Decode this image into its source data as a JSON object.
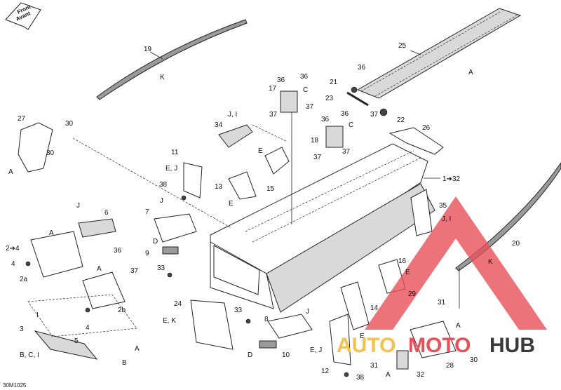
{
  "drawing_code": "30M1025",
  "direction_badge": {
    "line1": "Front",
    "line2": "Avant"
  },
  "watermark": {
    "part1": "AUTO",
    "part2": "MOTO",
    "part3": "HUB"
  },
  "callouts": [
    {
      "id": "c19",
      "text": "19"
    },
    {
      "id": "cK1",
      "text": "K"
    },
    {
      "id": "c25",
      "text": "25"
    },
    {
      "id": "cA1",
      "text": "A"
    },
    {
      "id": "c36a",
      "text": "36"
    },
    {
      "id": "c21",
      "text": "21"
    },
    {
      "id": "c23",
      "text": "23"
    },
    {
      "id": "c37a",
      "text": "37"
    },
    {
      "id": "c22",
      "text": "22"
    },
    {
      "id": "c36b",
      "text": "36"
    },
    {
      "id": "c36c",
      "text": "36"
    },
    {
      "id": "c17",
      "text": "17"
    },
    {
      "id": "cC1",
      "text": "C"
    },
    {
      "id": "c37b",
      "text": "37"
    },
    {
      "id": "c37c",
      "text": "37"
    },
    {
      "id": "c36d",
      "text": "36"
    },
    {
      "id": "c36e",
      "text": "36"
    },
    {
      "id": "c18",
      "text": "18"
    },
    {
      "id": "cC2",
      "text": "C"
    },
    {
      "id": "c37d",
      "text": "37"
    },
    {
      "id": "c37e",
      "text": "37"
    },
    {
      "id": "c26",
      "text": "26"
    },
    {
      "id": "c27",
      "text": "27"
    },
    {
      "id": "c30a",
      "text": "30"
    },
    {
      "id": "c30b",
      "text": "30"
    },
    {
      "id": "cA2",
      "text": "A"
    },
    {
      "id": "cJI1",
      "text": "J, I"
    },
    {
      "id": "c34",
      "text": "34"
    },
    {
      "id": "cE1",
      "text": "E"
    },
    {
      "id": "c11",
      "text": "11"
    },
    {
      "id": "cEJ1",
      "text": "E, J"
    },
    {
      "id": "c38a",
      "text": "38"
    },
    {
      "id": "c13",
      "text": "13"
    },
    {
      "id": "cE2",
      "text": "E"
    },
    {
      "id": "c15",
      "text": "15"
    },
    {
      "id": "c1to32",
      "text": "1➔32"
    },
    {
      "id": "cJ1",
      "text": "J"
    },
    {
      "id": "c6",
      "text": "6"
    },
    {
      "id": "c7",
      "text": "7"
    },
    {
      "id": "cJ2",
      "text": "J"
    },
    {
      "id": "cA3",
      "text": "A"
    },
    {
      "id": "c2to4",
      "text": "2➔4"
    },
    {
      "id": "c4a",
      "text": "4"
    },
    {
      "id": "c2a",
      "text": "2a"
    },
    {
      "id": "cD1",
      "text": "D"
    },
    {
      "id": "c9",
      "text": "9"
    },
    {
      "id": "c36f",
      "text": "36"
    },
    {
      "id": "cA4",
      "text": "A"
    },
    {
      "id": "c37f",
      "text": "37"
    },
    {
      "id": "c33a",
      "text": "33"
    },
    {
      "id": "c2b",
      "text": "2b"
    },
    {
      "id": "c35",
      "text": "35"
    },
    {
      "id": "cJI2",
      "text": "J, I"
    },
    {
      "id": "c20",
      "text": "20"
    },
    {
      "id": "cK2",
      "text": "K"
    },
    {
      "id": "c16",
      "text": "16"
    },
    {
      "id": "cE3",
      "text": "E"
    },
    {
      "id": "c29",
      "text": "29"
    },
    {
      "id": "c31a",
      "text": "31"
    },
    {
      "id": "c14",
      "text": "14"
    },
    {
      "id": "cE4",
      "text": "E"
    },
    {
      "id": "cA5",
      "text": "A"
    },
    {
      "id": "c24",
      "text": "24"
    },
    {
      "id": "cEK",
      "text": "E, K"
    },
    {
      "id": "c33b",
      "text": "33"
    },
    {
      "id": "cJ3",
      "text": "J"
    },
    {
      "id": "c8",
      "text": "8"
    },
    {
      "id": "cI1",
      "text": "I"
    },
    {
      "id": "c3",
      "text": "3"
    },
    {
      "id": "c4b",
      "text": "4"
    },
    {
      "id": "c5",
      "text": "5"
    },
    {
      "id": "cBCI",
      "text": "B, C, I"
    },
    {
      "id": "cA6",
      "text": "A"
    },
    {
      "id": "cB1",
      "text": "B"
    },
    {
      "id": "cD2",
      "text": "D"
    },
    {
      "id": "c10",
      "text": "10"
    },
    {
      "id": "cEJ2",
      "text": "E, J"
    },
    {
      "id": "c12",
      "text": "12"
    },
    {
      "id": "c38b",
      "text": "38"
    },
    {
      "id": "c31b",
      "text": "31"
    },
    {
      "id": "cA7",
      "text": "A"
    },
    {
      "id": "c32",
      "text": "32"
    },
    {
      "id": "c28",
      "text": "28"
    },
    {
      "id": "c30c",
      "text": "30"
    }
  ]
}
